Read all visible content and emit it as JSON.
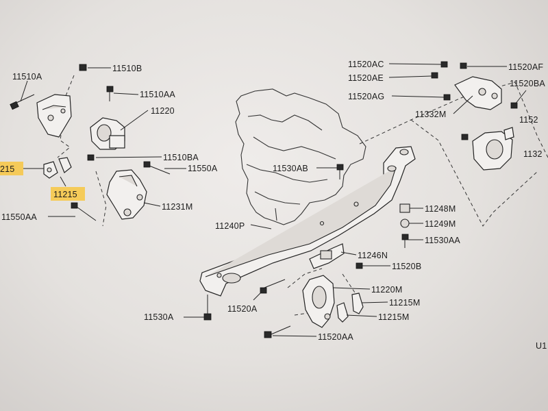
{
  "labels": {
    "l_11510A": "11510A",
    "l_11510B": "11510B",
    "l_11510AA": "11510AA",
    "l_11220": "11220",
    "l_11510BA": "11510BA",
    "l_11550A": "11550A",
    "l_11231M": "11231M",
    "l_11550AA": "11550AA",
    "l_215_cut": "215",
    "l_11215_hl": "11215",
    "l_11520AC": "11520AC",
    "l_11520AF": "11520AF",
    "l_11520AE": "11520AE",
    "l_11520BA_r": "11520BA",
    "l_11520AG": "11520AG",
    "l_11332M": "11332M",
    "l_1152_cut": "1152",
    "l_1132_cut": "1132",
    "l_11530AB": "11530AB",
    "l_11248M": "11248M",
    "l_11249M": "11249M",
    "l_11530AA": "11530AA",
    "l_11240P": "11240P",
    "l_11246N": "11246N",
    "l_11520B": "11520B",
    "l_11220M": "11220M",
    "l_11215M_a": "11215M",
    "l_11215M_b": "11215M",
    "l_11520A": "11520A",
    "l_11530A": "11530A",
    "l_11520AA": "11520AA",
    "l_U1_cut": "U1"
  },
  "colors": {
    "highlight": "#f6c84a",
    "ink": "#1c1c1c",
    "paper": "#ebe8e5"
  }
}
